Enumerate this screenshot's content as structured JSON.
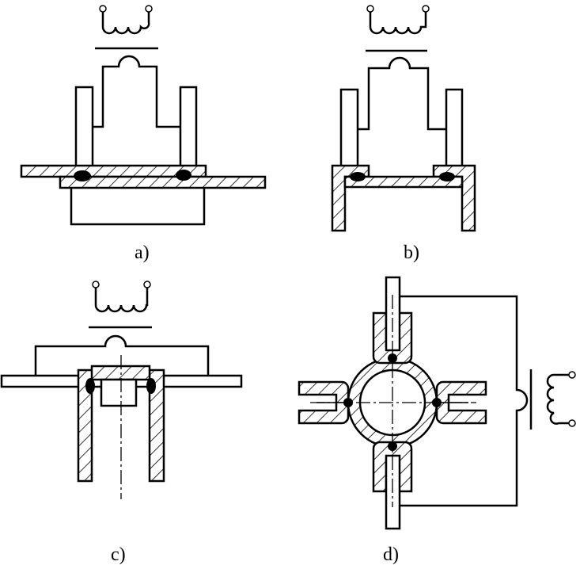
{
  "panels": [
    {
      "id": "a",
      "caption": "a)"
    },
    {
      "id": "b",
      "caption": "b)"
    },
    {
      "id": "c",
      "caption": "c)"
    },
    {
      "id": "d",
      "caption": "d)"
    }
  ]
}
